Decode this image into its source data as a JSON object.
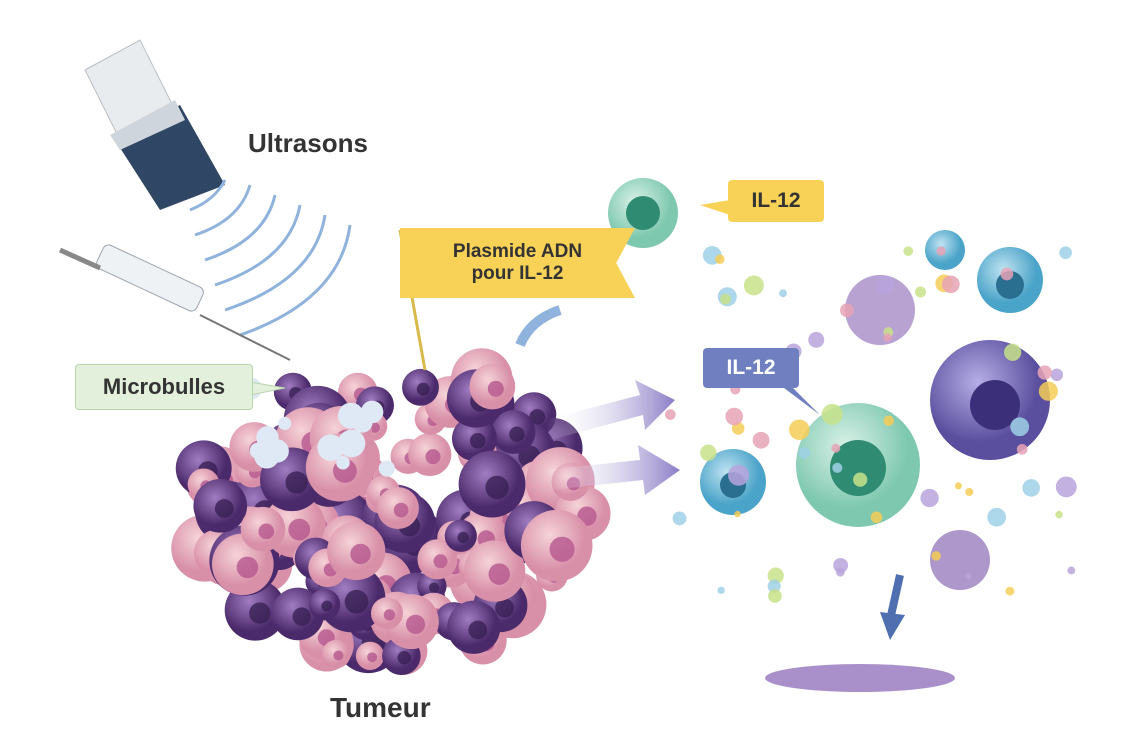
{
  "labels": {
    "ultrasound": "Ultrasons",
    "plasmid_line1": "Plasmide ADN",
    "plasmid_line2": "pour IL-12",
    "il12_top": "IL-12",
    "il12_mid": "IL-12",
    "microbubbles": "Microbulles",
    "tumor": "Tumeur"
  },
  "colors": {
    "yellow_tag": "#f7d257",
    "blue_tag": "#6f7fc0",
    "green_tag": "#e3f1dc",
    "tumor_pink": "#e8a3b8",
    "tumor_purple": "#6b3f86",
    "t_cell_green": "#8fd3bb",
    "arrow_purple": "#8b7cc6"
  }
}
